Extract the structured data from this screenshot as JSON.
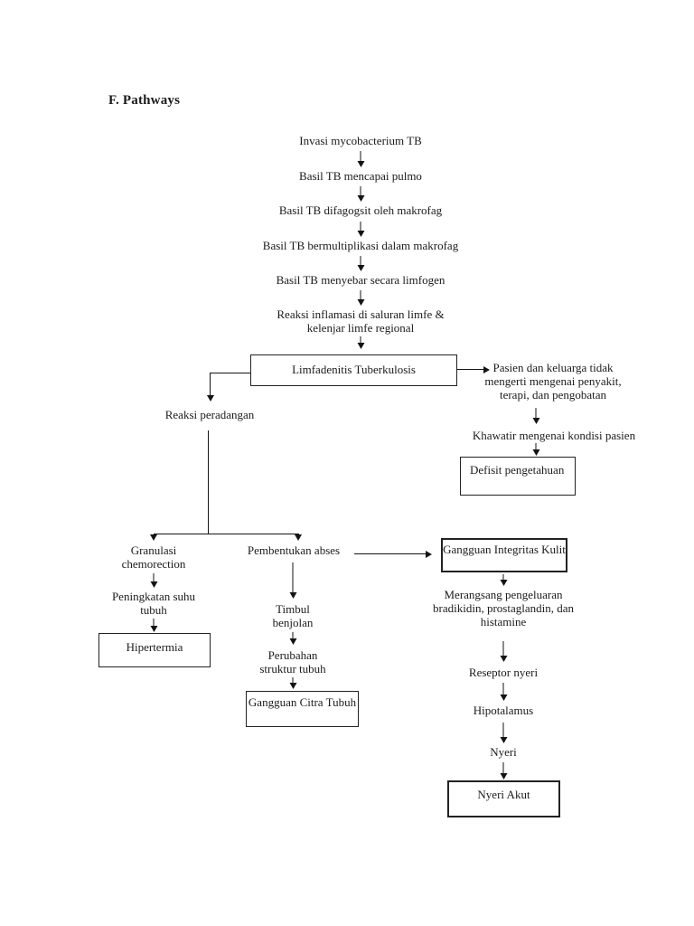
{
  "page": {
    "title": "F. Pathways",
    "background_color": "#ffffff",
    "text_color": "#1b1b1b"
  },
  "flowchart": {
    "main_chain": {
      "invasi": "Invasi mycobacterium TB",
      "mencapai": "Basil TB mencapai pulmo",
      "difagogsit": "Basil TB difagogsit oleh makrofag",
      "multiplikasi": "Basil TB bermultiplikasi dalam makrofag",
      "menyebar": "Basil TB menyebar secara limfogen",
      "inflamasi": "Reaksi inflamasi di saluran limfe & kelenjar limfe regional",
      "limfadenitis": "Limfadenitis Tuberkulosis"
    },
    "right_branch": {
      "pasien": "Pasien dan keluarga tidak mengerti mengenai penyakit, terapi, dan pengobatan",
      "khawatir": "Khawatir mengenai kondisi pasien",
      "defisit": "Defisit pengetahuan"
    },
    "left_branch": {
      "peradangan": "Reaksi peradangan",
      "granulasi": "Granulasi chemorection",
      "suhu": "Peningkatan suhu tubuh",
      "hipertermia": "Hipertermia"
    },
    "middle_branch": {
      "abses": "Pembentukan abses",
      "benjolan": "Timbul benjolan",
      "perubahan": "Perubahan struktur tubuh",
      "citra": "Gangguan Citra Tubuh"
    },
    "pain_branch": {
      "integritas": "Gangguan Integritas Kulit",
      "merangsang": "Merangsang pengeluaran bradikidin, prostaglandin, dan histamine",
      "reseptor": "Reseptor nyeri",
      "hipotalamus": "Hipotalamus",
      "nyeri": "Nyeri",
      "nyeri_akut": "Nyeri Akut"
    }
  }
}
